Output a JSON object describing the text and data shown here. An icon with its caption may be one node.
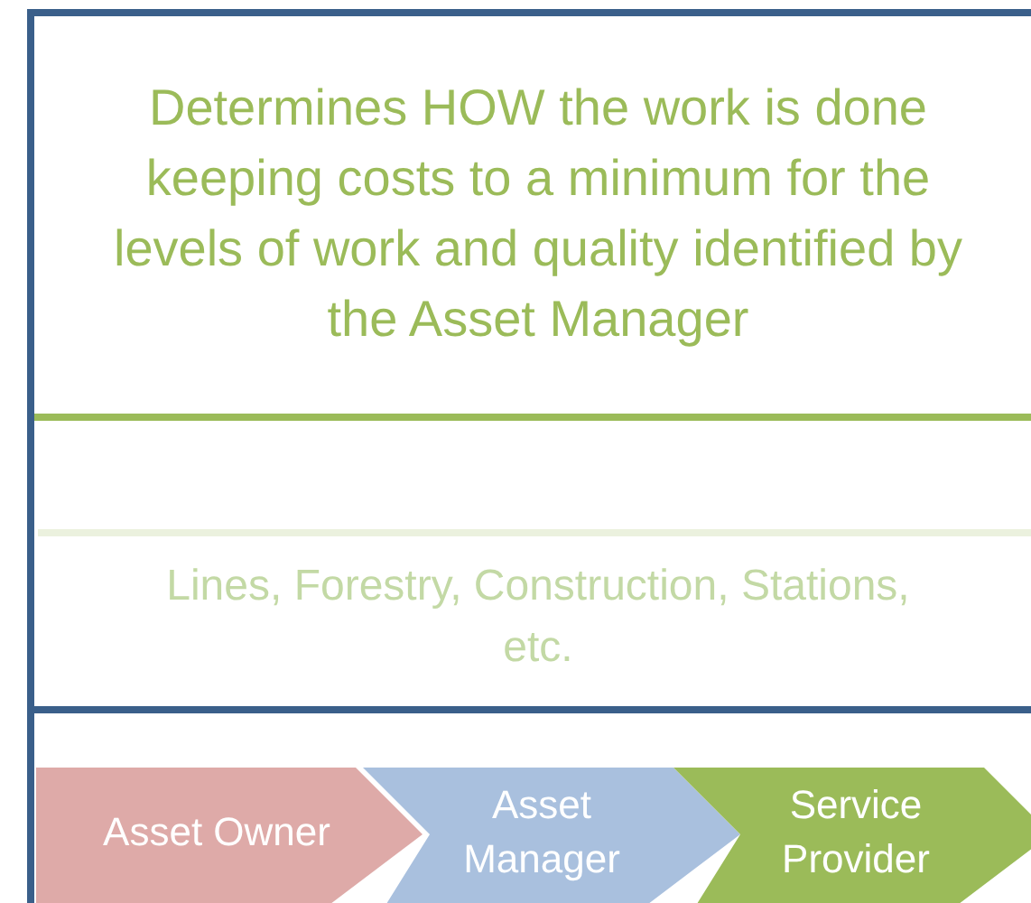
{
  "diagram": {
    "nodes": [
      {
        "text": [
          "Asset Owner"
        ]
      },
      {
        "text": [
          "Asset Manager"
        ]
      },
      {
        "text": [
          "Service Provider"
        ]
      }
    ],
    "labels": [
      "Determines HOW the work is done keeping costs to a minimum for the levels of work and quality identified by the Asset Manager",
      "Lines, Forestry, Construction, Stations, etc."
    ]
  }
}
